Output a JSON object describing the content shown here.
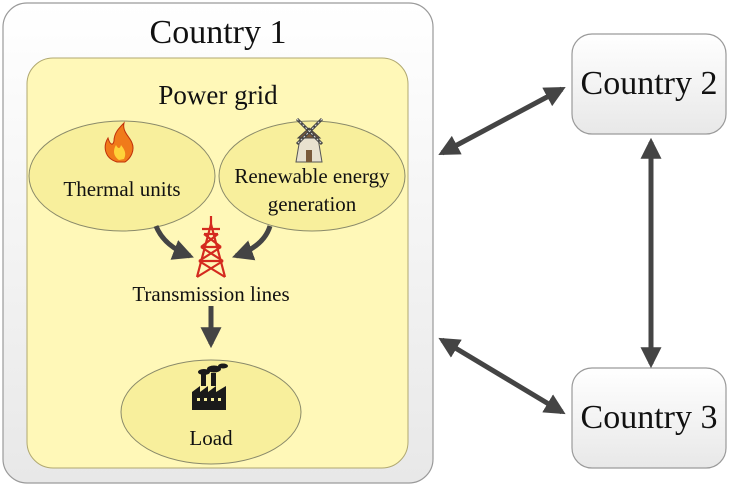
{
  "country1": {
    "title": "Country 1"
  },
  "power_grid": {
    "title": "Power grid"
  },
  "nodes": {
    "thermal": {
      "label": "Thermal units",
      "icon": "fire-icon"
    },
    "renewable": {
      "label_line1": "Renewable energy",
      "label_line2": "generation",
      "icon": "windmill-icon"
    },
    "transmission": {
      "label": "Transmission lines",
      "icon": "transmission-tower-icon"
    },
    "load": {
      "label": "Load",
      "icon": "factory-icon"
    }
  },
  "country2": {
    "title": "Country 2"
  },
  "country3": {
    "title": "Country 3"
  },
  "colors": {
    "country_box_fill": "#f4f4f4",
    "power_grid_fill": "#fff8b8",
    "ellipse_fill": "#f8ef9c",
    "tower_red": "#d42a1e",
    "flame_orange": "#f07a1a",
    "arrow": "#444444"
  }
}
